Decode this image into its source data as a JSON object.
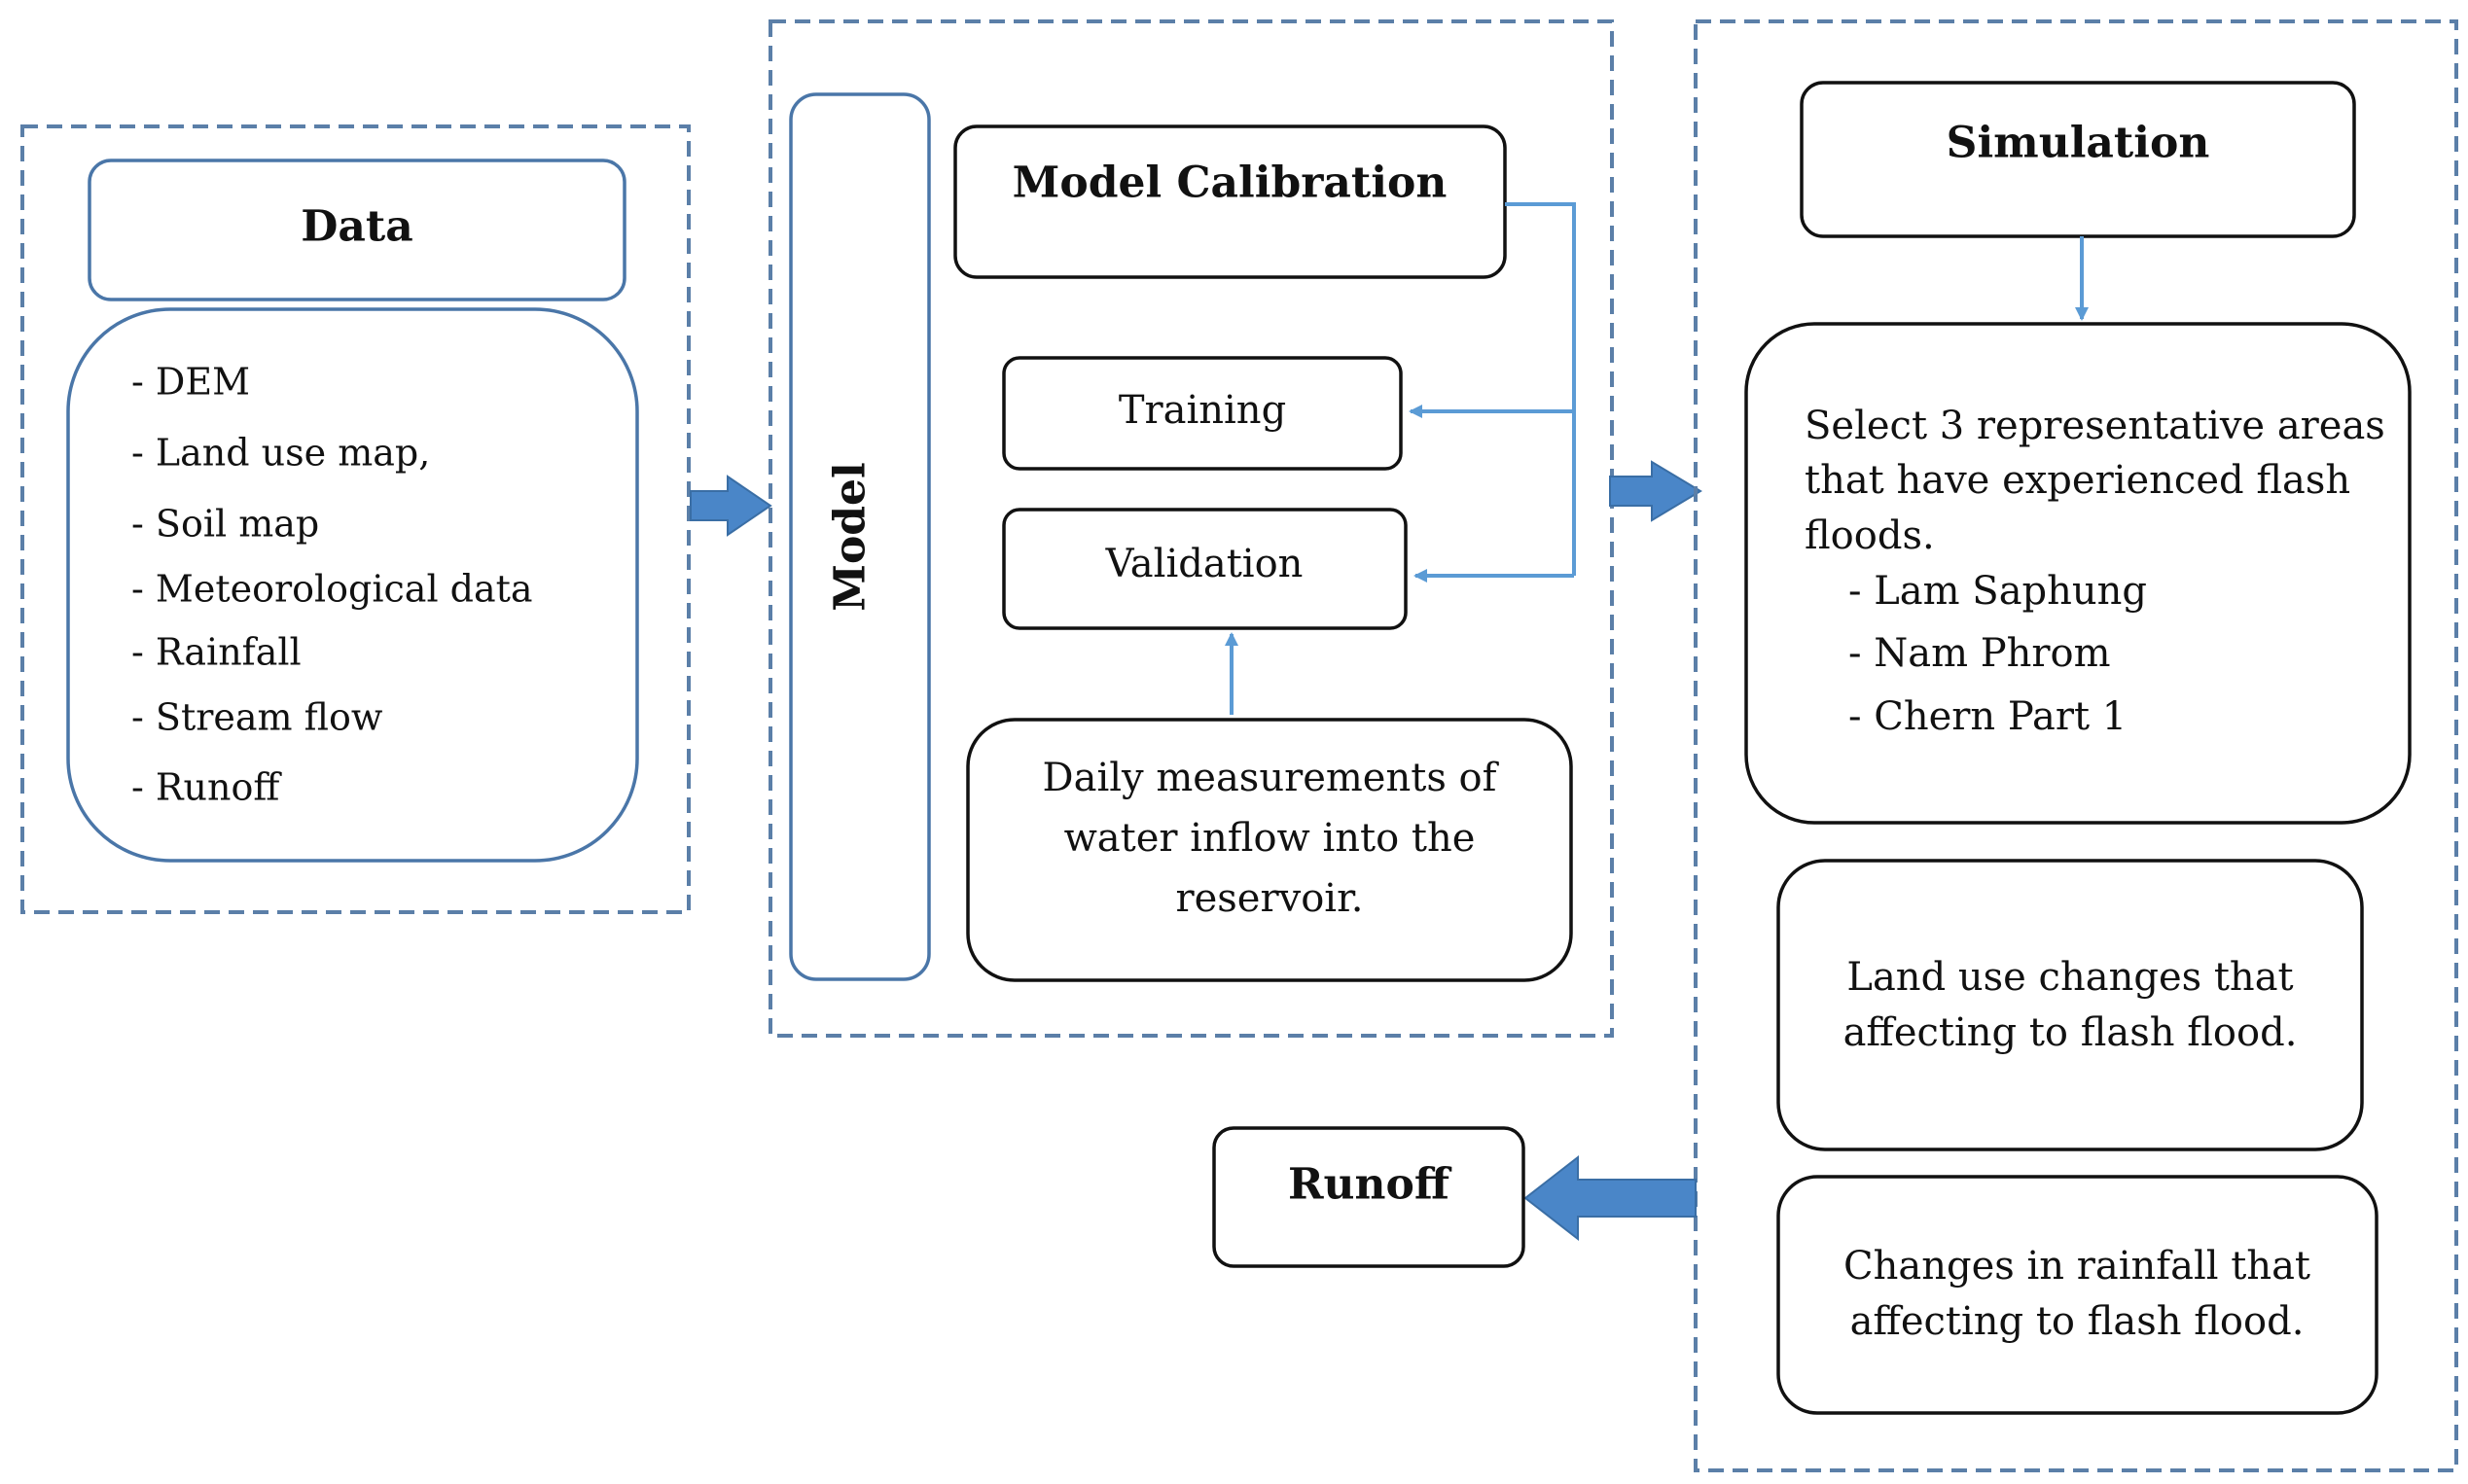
{
  "colors": {
    "dashed_border": "#5b7fa8",
    "data_box_border": "#4a76a8",
    "box_border": "#111111",
    "connector": "#5b9bd5",
    "block_arrow": "#4a86c8",
    "block_arrow_edge": "#3a6ea5",
    "text": "#111111"
  },
  "data_panel": {
    "title": "Data",
    "items": [
      "- DEM",
      "- Land use map,",
      "- Soil map",
      "- Meteorological data",
      "- Rainfall",
      "- Stream flow",
      "- Runoff"
    ]
  },
  "model_panel": {
    "label": "Model",
    "calibration": "Model Calibration",
    "training": "Training",
    "validation": "Validation",
    "measurements": [
      "Daily measurements of",
      "water inflow into the",
      "reservoir."
    ]
  },
  "simulation_panel": {
    "title": "Simulation",
    "areas_intro": [
      "Select 3 representative areas",
      "that have experienced flash",
      "floods."
    ],
    "areas": [
      "- Lam Saphung",
      "- Nam Phrom",
      "- Chern Part 1"
    ],
    "land_use": [
      "Land use changes that",
      "affecting to flash flood."
    ],
    "rainfall": [
      "Changes in rainfall that",
      "affecting to flash flood."
    ]
  },
  "output": {
    "runoff": "Runoff"
  }
}
